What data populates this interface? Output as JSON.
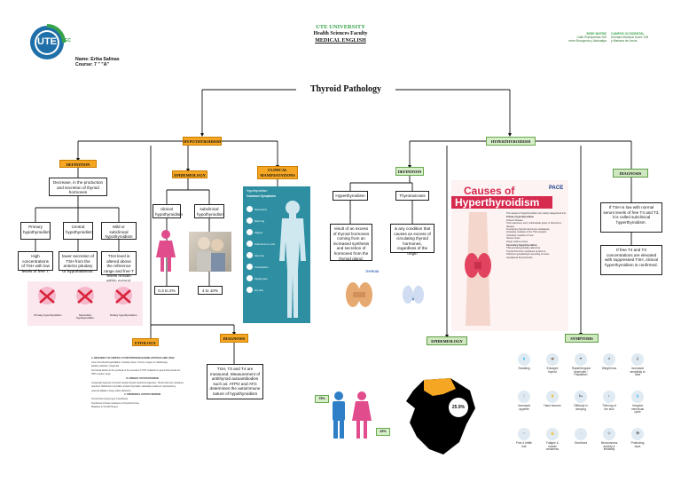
{
  "header": {
    "logo_text": "UTE",
    "logo_sub": "EC",
    "university": "UTE UNIVERSITY",
    "faculty": "Health Sciences Faculty",
    "course_title": "MEDICAL ENGLISH",
    "name_line": "Name: Erika Salinas",
    "course_line": "Course: 7 \" \"A\"",
    "sede_title": "SEDE MATRIZ",
    "sede_line1": "Calle Rumipamba S/N",
    "sede_line2": "entre Bourgeois y Atahualpa",
    "campus_title": "CAMPUS OCCIDENTAL",
    "campus_line1": "Avenida Mariscal Sucre S/N",
    "campus_line2": "y Mariana de Jesús"
  },
  "main_title": "Thyroid Pathology",
  "hypo": {
    "title": "HYPOTHYROIDISM",
    "definition_tag": "DEFINITION",
    "definition_text": "Decrease, in the production and secretion of thyroid hormones",
    "types": [
      "Primary hypothyroidism",
      "Central hypothyroidism",
      "Mild or subclinical hypothyroidism"
    ],
    "type_desc": [
      "High concentrations of TSH with low levels of free T.",
      "lower secretion of TSH from the anterior pituitary or hypothalamus.",
      "TSH level is altered above the reference range and free T levels remain within normal."
    ],
    "img_labels": [
      "Primary hypothyroidism",
      "Secondary hypothyroidism",
      "Tertiary hypothyroidism"
    ],
    "epidemiology_tag": "EPIDEMIOLOGY",
    "epi_types": [
      "clinical hypothyroidism",
      "subclinical hypothyroidism"
    ],
    "epi_values": [
      "0.3 to 2%",
      "4 to 10%"
    ],
    "clinical_tag": "CLINICAL MANIFESTATIONS",
    "clinical_items": [
      "Hypothyroidism",
      "Common Symptoms",
      "Depression",
      "Brain fog",
      "Fatigue",
      "Intolerance to cold",
      "Hair loss",
      "Constipation",
      "Weight gain",
      "Dry skin"
    ],
    "etiology_tag": "ETIOLOGY",
    "etiology_lines": [
      "A. DEFICIENCY OF CENTRAL THYROTROPIN-RELEASING HYPOTHALAMIC (TRH)",
      "Loss of functional hypothalamic / pituitary tissue: Tumors, surgery or radiotherapy",
      "pituitary infarction, congenital",
      "Functional defects in the synthesis or the secretion of TSH: mutations in genes that encode the",
      "TRH receptor, drugs",
      "B. PRIMARY HYPOTHYROIDISM",
      "Congenital: Agenesis of thyroid, Ectopic thyroid, Dyshormonogenesis, Thyroid hormone resistance",
      "Acquired: Hashimoto's thyroiditis, atrophic thyroiditis, radioiodine treatment, thyroidectomy,",
      "external radiation, drugs, iodine deficiency",
      "C. PERIPHERAL HYPOTHYROIDISM",
      "Tumors that express type 3 deiodinase",
      "Syndromes of tissue resistance to thyroid hormone",
      "Mutations in the MCT8 gene"
    ],
    "diagnosis_tag": "DIAGNOSIS",
    "diagnosis_text": "TSH, T3 and T4 are measured. Measurement of antithyroid autoantibodies such as: ATPO and ATG determines the autoimmune nature of hypothyroidism"
  },
  "hyper": {
    "title": "HYPERTHYROIDISM",
    "definition_tag": "DEFINITION",
    "def_types": [
      "Hyperthyroidism",
      "Thyrotoxicosis"
    ],
    "def_desc": [
      "result of an excess of thyroid hormones coming from an increased synthesis and secretion of hormones from the thyroid gland.",
      "is any condition that causes an excess of circulating thyroid hormones, regardless of the origin"
    ],
    "tsh_label": "THYROID",
    "causes_title_1": "Causes of",
    "causes_title_2": "Hyperthyroidism",
    "causes_brand": "PACE",
    "causes_lines": [
      "The causes of hyperthyroidism are mainly categorized into:",
      "Primary Hyperthyroidism",
      "Graves' disease",
      "Toxic adenoma, toxic multinodular goiter or Plummer's disease",
      "Functioning thyroid carcinoma metastases",
      "Activating mutation of the TSH receptor",
      "Activating mutation of Gsα",
      "Struma ovarii",
      "Drugs: iodine excess",
      "Secondary Hyperthyroidism",
      "TSH-secreting pituitary adenoma",
      "Thyroid hormone resistance syndrome",
      "Chorionic gonadotropin-secreting tumours",
      "Gestational thyrotoxicosis"
    ],
    "epidemiology_tag": "EPIDEMIOLOGY",
    "epi_percent_female": "75%",
    "epi_percent_male": "25%",
    "epi_map_value": "25.9%",
    "symptoms_tag": "SYMPTOMS",
    "symptoms": [
      "Sweating",
      "Enlarged thyroid",
      "Rapid/irregular heart rate / Palpitation",
      "Weight loss",
      "Increased sensitivity to heat",
      "Increased appetite",
      "Hand tremors",
      "Difficulty in sleeping",
      "Thinning of the skin",
      "Irregular menstrual cycle",
      "Fine & brittle hair",
      "Fatigue & muscle weakness",
      "Diarrhoea",
      "Nervousness anxiety & irritability",
      "Protruding eyes"
    ],
    "diagnosis_tag": "DIAGNOSIS",
    "diag_texts": [
      "If TSH is low with normal serum levels of free T4 and T3, it is called subclinical hyperthyroidism.",
      "If free T4 and T3 concentrations are elevated with suppressed TSH, clinical hyperthyroidism is confirmed."
    ]
  },
  "colors": {
    "orange_tag": "#f5a623",
    "green_tag": "#d7efc9",
    "logo_blue": "#1f6fa8",
    "logo_green": "#37a34a",
    "female_pink": "#e04c8c",
    "male_blue": "#2f7fc7"
  }
}
